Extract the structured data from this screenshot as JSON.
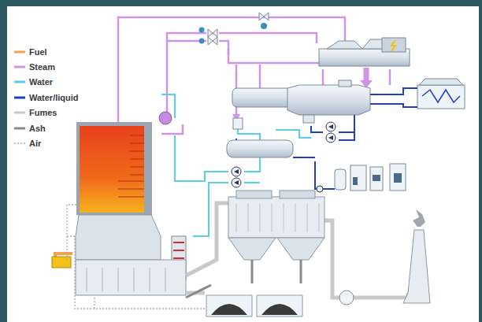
{
  "diagram": {
    "legend": [
      {
        "text": "Fuel",
        "color": "#f5a04a"
      },
      {
        "text": "Steam",
        "color": "#cf94e6"
      },
      {
        "text": "Water",
        "color": "#58d0e8"
      },
      {
        "text": "Water/liquid",
        "color": "#2040c8"
      },
      {
        "text": "Fumes",
        "color": "#c9c9c9"
      },
      {
        "text": "Ash",
        "color": "#8a8a8a"
      },
      {
        "text": "Air"
      }
    ]
  }
}
